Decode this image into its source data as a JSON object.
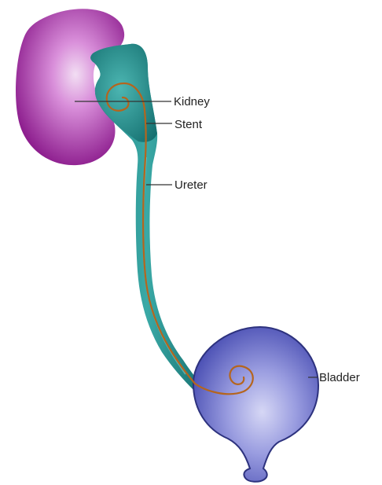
{
  "labels": {
    "kidney": "Kidney",
    "stent": "Stent",
    "ureter": "Ureter",
    "bladder": "Bladder"
  },
  "colors": {
    "kidney_center": "#f2def3",
    "kidney_edge": "#8e1f8f",
    "renal_pelvis_and_ureter": "#1f8f8f",
    "ureter_highlight": "#7fd0cc",
    "stent": "#b5651d",
    "bladder_center": "#c9caef",
    "bladder_edge": "#4b50b4",
    "bladder_outline": "#2d327e",
    "leader_line": "#333333"
  }
}
